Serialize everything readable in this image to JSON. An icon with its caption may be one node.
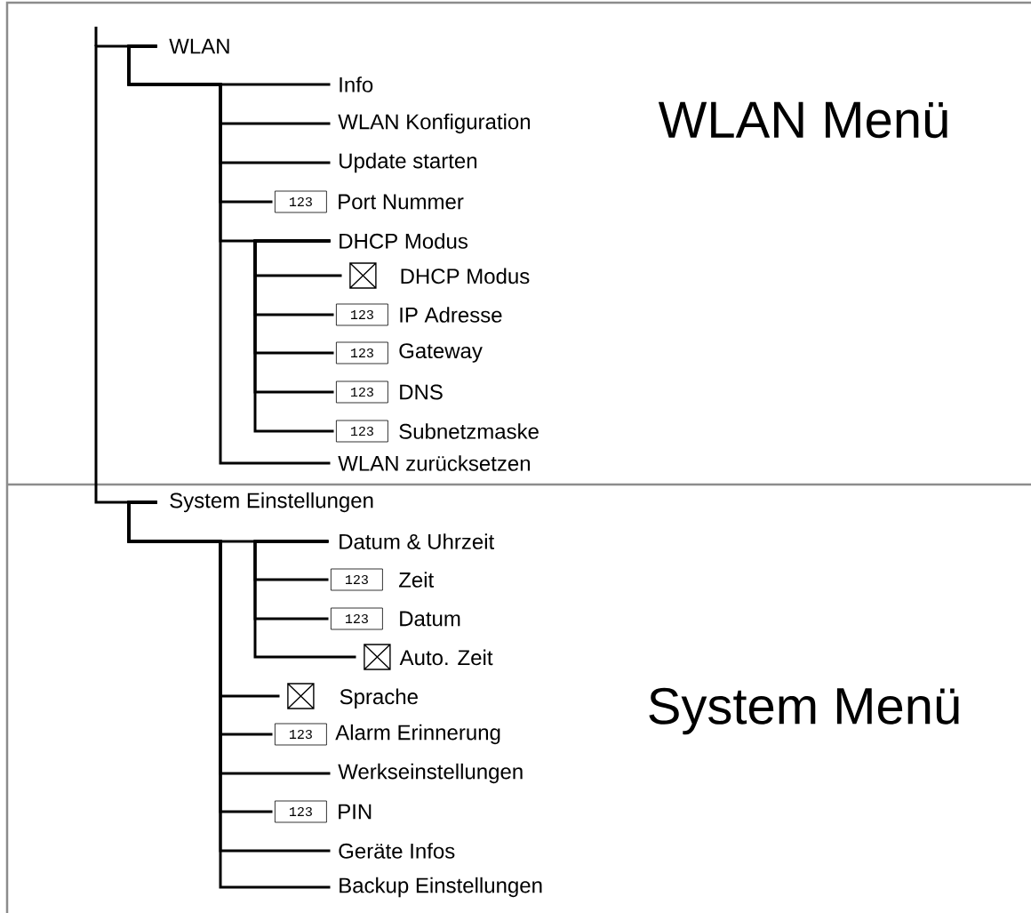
{
  "diagram": {
    "nodes": [
      {
        "text": [
          "WLAN"
        ]
      },
      {
        "text": [
          "Info"
        ]
      },
      {
        "text": [
          "WLAN Konfiguration"
        ]
      },
      {
        "text": [
          "Update starten"
        ]
      },
      {
        "text": [
          "Port Nummer"
        ],
        "beside": [
          "123"
        ]
      },
      {
        "text": [
          "DHCP Modus"
        ]
      },
      {
        "text": [
          "DHCP Modus"
        ]
      },
      {
        "text": [
          "IP Adresse"
        ],
        "beside": [
          "123"
        ]
      },
      {
        "text": [
          "Gateway"
        ],
        "beside": [
          "123"
        ]
      },
      {
        "text": [
          "DNS"
        ],
        "beside": [
          "123"
        ]
      },
      {
        "text": [
          "Subnetzmaske"
        ],
        "beside": [
          "123"
        ]
      },
      {
        "text": [
          "WLAN zurücksetzen"
        ]
      },
      {
        "text": [
          "System Einstellungen"
        ]
      },
      {
        "text": [
          "Datum & Uhrzeit"
        ]
      },
      {
        "text": [
          "Zeit"
        ],
        "beside": [
          "123"
        ]
      },
      {
        "text": [
          "Datum"
        ],
        "beside": [
          "123"
        ]
      },
      {
        "text": [
          "Auto. Zeit"
        ]
      },
      {
        "text": [
          "Sprache"
        ]
      },
      {
        "text": [
          "Alarm Erinnerung"
        ],
        "beside": [
          "123"
        ]
      },
      {
        "text": [
          "Werkseinstellungen"
        ]
      },
      {
        "text": [
          "PIN"
        ],
        "beside": [
          "123"
        ]
      },
      {
        "text": [
          "Geräte Infos"
        ]
      },
      {
        "text": [
          "Backup Einstellungen"
        ]
      }
    ],
    "edges": [
      {
        "from": 0,
        "to": 1,
        "arrow": "none"
      },
      {
        "from": 0,
        "to": 2,
        "arrow": "none"
      },
      {
        "from": 0,
        "to": 3,
        "arrow": "none"
      },
      {
        "from": 0,
        "to": 4,
        "arrow": "none"
      },
      {
        "from": 0,
        "to": 5,
        "arrow": "none"
      },
      {
        "from": 5,
        "to": 6,
        "arrow": "none"
      },
      {
        "from": 5,
        "to": 7,
        "arrow": "none"
      },
      {
        "from": 5,
        "to": 8,
        "arrow": "none"
      },
      {
        "from": 5,
        "to": 9,
        "arrow": "none"
      },
      {
        "from": 5,
        "to": 10,
        "arrow": "none"
      },
      {
        "from": 0,
        "to": 11,
        "arrow": "none"
      },
      {
        "from": 0,
        "to": 12,
        "arrow": "none"
      },
      {
        "from": 12,
        "to": 13,
        "arrow": "none"
      },
      {
        "from": 13,
        "to": 14,
        "arrow": "none"
      },
      {
        "from": 13,
        "to": 15,
        "arrow": "none"
      },
      {
        "from": 13,
        "to": 16,
        "arrow": "none"
      },
      {
        "from": 12,
        "to": 17,
        "arrow": "none"
      },
      {
        "from": 12,
        "to": 18,
        "arrow": "none"
      },
      {
        "from": 12,
        "to": 19,
        "arrow": "none"
      },
      {
        "from": 12,
        "to": 20,
        "arrow": "none"
      },
      {
        "from": 12,
        "to": 21,
        "arrow": "none"
      },
      {
        "from": 12,
        "to": 22,
        "arrow": "none"
      }
    ],
    "labels": [
      "WLAN Menü",
      "System Menü"
    ]
  }
}
